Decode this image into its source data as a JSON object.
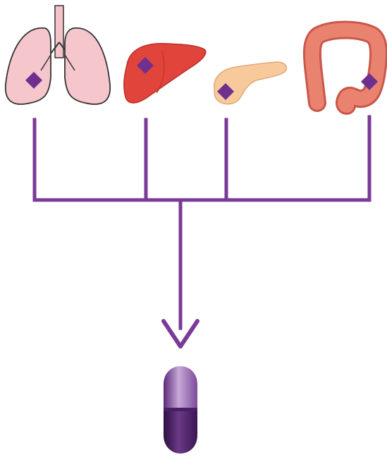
{
  "diagram": {
    "organs": [
      {
        "name": "lungs",
        "icon": "lungs-icon"
      },
      {
        "name": "liver",
        "icon": "liver-icon"
      },
      {
        "name": "pancreas",
        "icon": "pancreas-icon"
      },
      {
        "name": "colon",
        "icon": "colon-icon"
      }
    ],
    "marker": {
      "shape": "diamond",
      "color": "#6f2f8f"
    },
    "connector_color": "#7a3a98",
    "result": {
      "icon": "capsule-icon",
      "colors": {
        "top": "#b692c9",
        "bottom": "#3f1b59"
      }
    }
  }
}
